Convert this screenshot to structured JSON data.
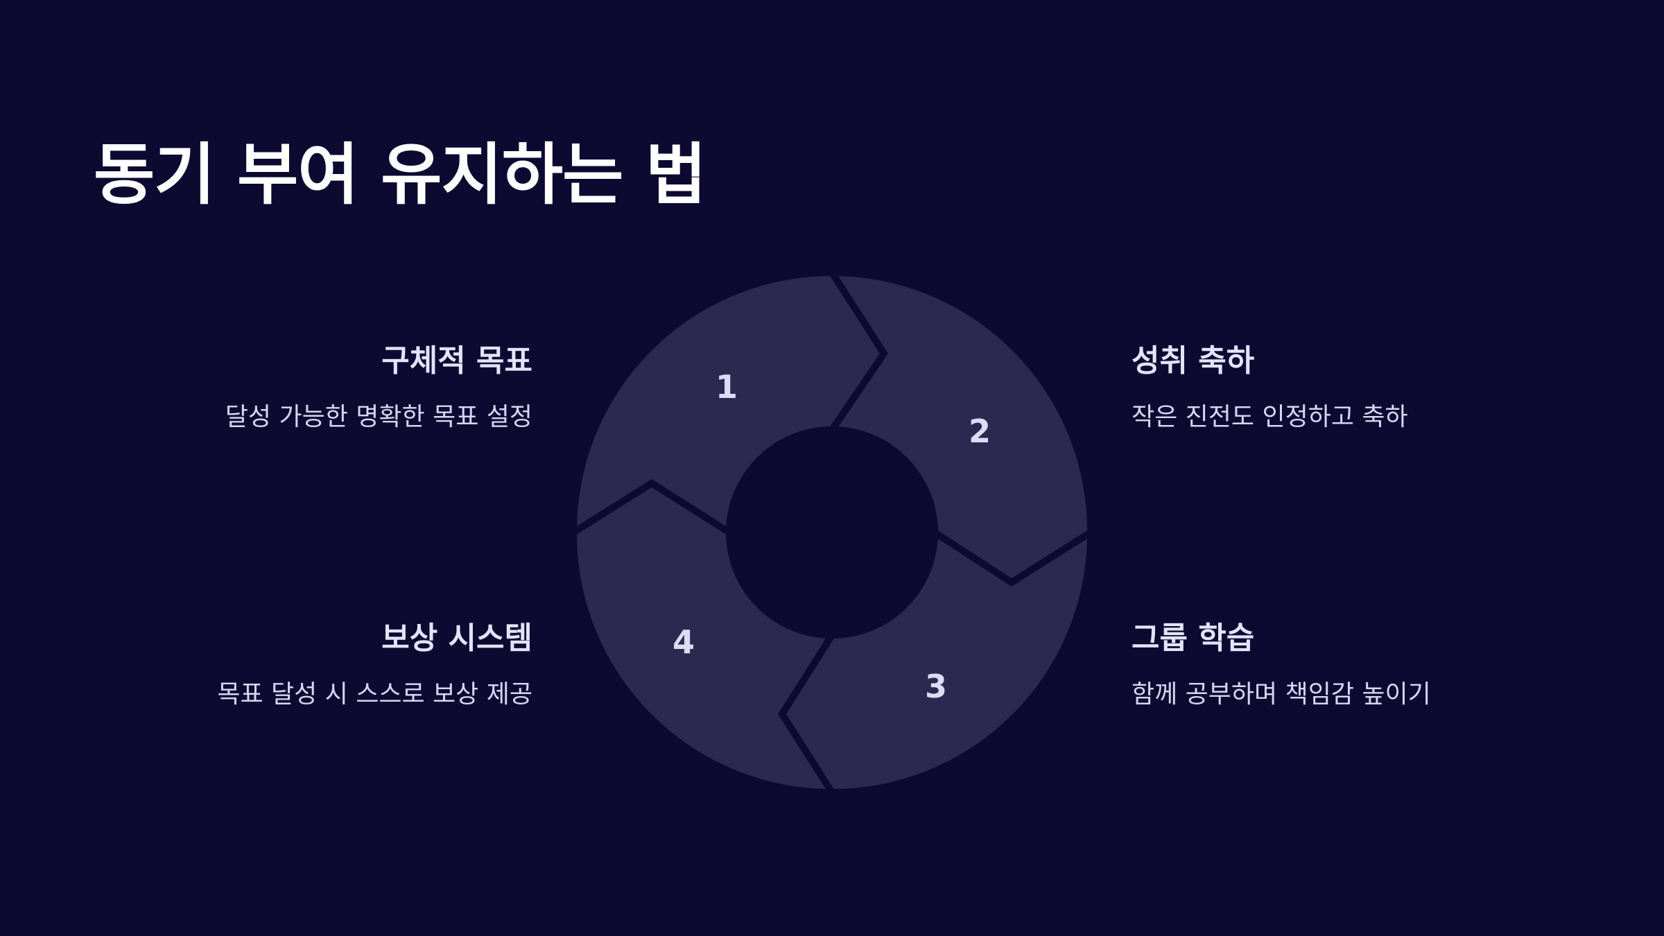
{
  "title": "동기 부여 유지하는 법",
  "colors": {
    "background": "#0c0a31",
    "segment": "#2b2950",
    "title_text": "#ffffff",
    "body_text": "#d6d6f0",
    "number_text": "#dcdcf5"
  },
  "steps": [
    {
      "number": "1",
      "title": "구체적 목표",
      "description": "달성 가능한 명확한 목표 설정"
    },
    {
      "number": "2",
      "title": "성취 축하",
      "description": "작은 진전도 인정하고 축하"
    },
    {
      "number": "3",
      "title": "그룹 학습",
      "description": "함께 공부하며 책임감 높이기"
    },
    {
      "number": "4",
      "title": "보상 시스템",
      "description": "목표 달성 시 스스로 보상 제공"
    }
  ]
}
